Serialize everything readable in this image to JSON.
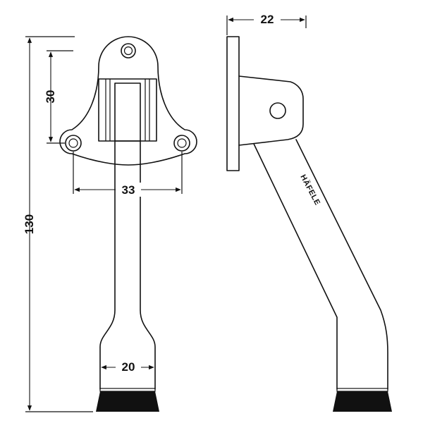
{
  "dimensions": {
    "overall_height": "130",
    "plate_height": "30",
    "hole_spacing": "33",
    "tip_width": "20",
    "side_depth": "22"
  },
  "brand_mark": "HÄFELE",
  "colors": {
    "line": "#111111",
    "rubber_tip": "#111111",
    "background": "#ffffff"
  }
}
